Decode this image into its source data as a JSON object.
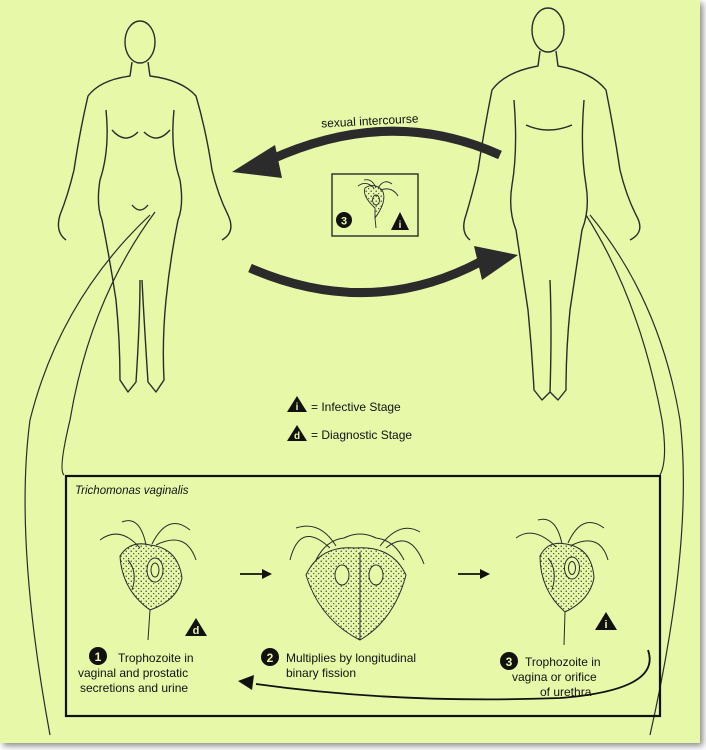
{
  "top": {
    "transmission_label": "sexual intercourse",
    "center_box_step": "3",
    "infective_glyph": "i",
    "diagnostic_glyph": "d"
  },
  "legend": {
    "infective_text": "= Infective Stage",
    "diagnostic_text": "= Diagnostic Stage"
  },
  "box": {
    "title": "Trichomonas vaginalis",
    "steps": [
      {
        "number": "1",
        "lines": [
          "Trophozoite in",
          "vaginal and prostatic",
          "secretions and urine"
        ]
      },
      {
        "number": "2",
        "lines": [
          "Multiplies by longitudinal",
          "binary fission"
        ]
      },
      {
        "number": "3",
        "lines": [
          "Trophozoite in",
          "vagina or orifice",
          "of urethra"
        ]
      }
    ]
  },
  "colors": {
    "background": "#e7f8a9",
    "ink": "#2b2b2b"
  }
}
